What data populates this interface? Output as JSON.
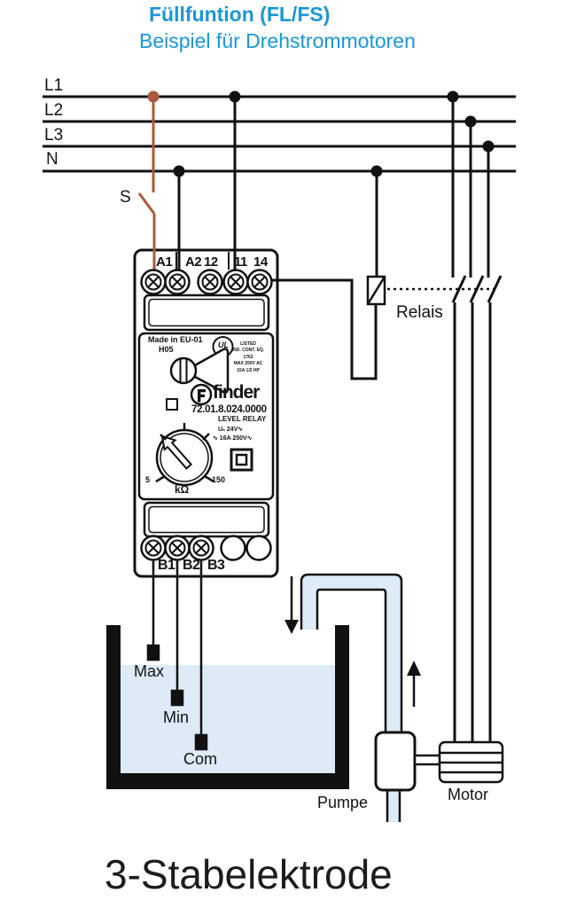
{
  "page": {
    "title_line1": "Füllfuntion (FL/FS)",
    "title_line2": "Beispiel für Drehstrommotoren",
    "caption": "3-Stabelektrode"
  },
  "colors": {
    "accent_blue": "#1b96d5",
    "wire_brown": "#a95a3c",
    "water_blue": "#dcebf7",
    "line_black": "#111111"
  },
  "rails": {
    "l1": "L1",
    "l2": "L2",
    "l3": "L3",
    "n": "N"
  },
  "switch": {
    "label": "S"
  },
  "relay_coil": {
    "label": "Relais"
  },
  "device": {
    "terminals_top": [
      "A1",
      "A2",
      "12",
      "11",
      "14"
    ],
    "terminals_bottom": [
      "B1",
      "B2",
      "B3"
    ],
    "made_in": "Made in EU-01",
    "code": "H05",
    "ul_mark": "UL",
    "ul_listed": "LISTED",
    "ul_line1": "IND. CONT. EQ.",
    "ul_line2": "1762",
    "ul_line3": "MAX 250V AC",
    "ul_line4": "15A 1/2 HP",
    "brand": "finder",
    "part_number": "72.01.8.024.0000",
    "type": "LEVEL RELAY",
    "rating1": "Uₙ 24V∿",
    "rating2": "∿ 16A 250V∿",
    "dial_min": "5",
    "dial_max": "150",
    "dial_unit": "kΩ"
  },
  "tank": {
    "electrode_max": "Max",
    "electrode_min": "Min",
    "electrode_com": "Com"
  },
  "pump": {
    "label": "Pumpe"
  },
  "motor": {
    "label": "Motor"
  }
}
